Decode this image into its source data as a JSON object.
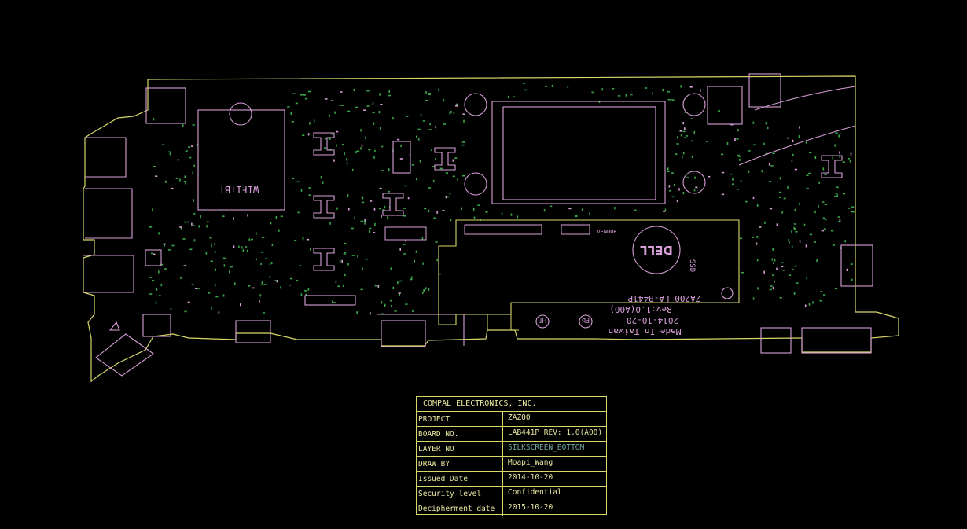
{
  "colors": {
    "background": "#000000",
    "outline": "#d8d86a",
    "silkscreen": "#d8a0d8",
    "components": "#3aa64a",
    "layer_text": "#6fa79a"
  },
  "board": {
    "silk_wifi": "WIFI+BT",
    "silk_vendor": "VENDOR",
    "silk_logo": "DELL",
    "silk_ssd": "SSD",
    "silk_model": "ZA200 LA-B441P",
    "silk_rev": "Rev:1.0(A00)",
    "silk_date": "2014-10-20",
    "silk_made": "Made In Taiwan",
    "silk_hf": "HF",
    "silk_pb": "Pb"
  },
  "title_block": {
    "company": "COMPAL ELECTRONICS, INC.",
    "rows": [
      {
        "label": "PROJECT",
        "value": "ZAZ00"
      },
      {
        "label": "BOARD NO.",
        "value": "LAB441P  REV: 1.0(A00)"
      },
      {
        "label": "LAYER NO",
        "value": "SILKSCREEN_BOTTOM"
      },
      {
        "label": "DRAW BY",
        "value": "Moapi_Wang"
      },
      {
        "label": "Issued  Date",
        "value": "2014-10-20"
      },
      {
        "label": "Security level",
        "value": "Confidential"
      },
      {
        "label": "Decipherment date",
        "value": "2015-10-20"
      }
    ]
  }
}
